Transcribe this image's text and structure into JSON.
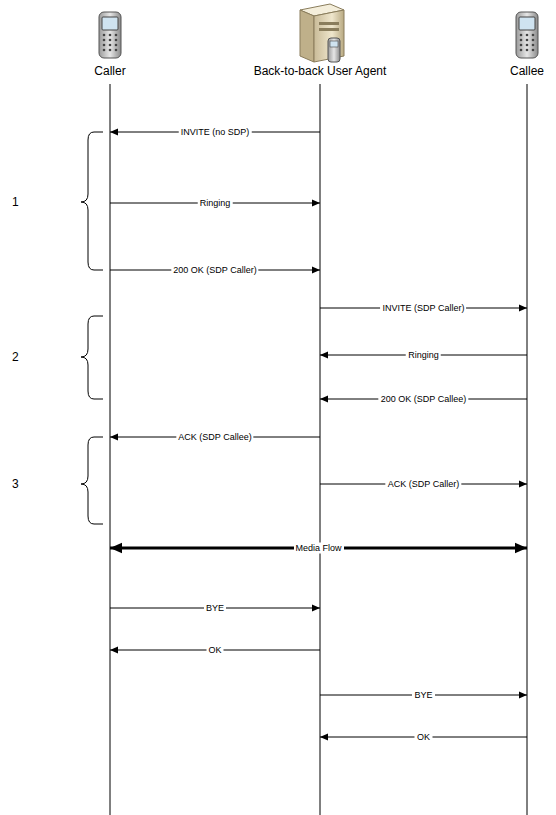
{
  "diagram": {
    "nodes": [
      {
        "text": [
          "Caller"
        ]
      },
      {
        "text": [
          "Back-to-back User Agent"
        ]
      },
      {
        "text": [
          "Callee"
        ]
      }
    ],
    "edges": [
      {
        "from": 1,
        "to": 0,
        "arrow": "to",
        "label": "INVITE (no SDP)"
      },
      {
        "from": 0,
        "to": 1,
        "arrow": "to",
        "label": "Ringing"
      },
      {
        "from": 0,
        "to": 1,
        "arrow": "to",
        "label": "200 OK (SDP Caller)"
      },
      {
        "from": 1,
        "to": 2,
        "arrow": "to",
        "label": "INVITE (SDP Caller)"
      },
      {
        "from": 2,
        "to": 1,
        "arrow": "to",
        "label": "Ringing"
      },
      {
        "from": 2,
        "to": 1,
        "arrow": "to",
        "label": "200 OK (SDP Callee)"
      },
      {
        "from": 1,
        "to": 0,
        "arrow": "to",
        "label": "ACK (SDP Callee)"
      },
      {
        "from": 1,
        "to": 2,
        "arrow": "to",
        "label": "ACK (SDP Caller)"
      },
      {
        "from": 0,
        "to": 2,
        "arrow": "both",
        "label": "Media Flow"
      },
      {
        "from": 0,
        "to": 1,
        "arrow": "to",
        "label": "BYE"
      },
      {
        "from": 1,
        "to": 0,
        "arrow": "to",
        "label": "OK"
      },
      {
        "from": 1,
        "to": 2,
        "arrow": "to",
        "label": "BYE"
      },
      {
        "from": 2,
        "to": 1,
        "arrow": "to",
        "label": "OK"
      }
    ],
    "labels": [
      "1",
      "2",
      "3"
    ]
  }
}
